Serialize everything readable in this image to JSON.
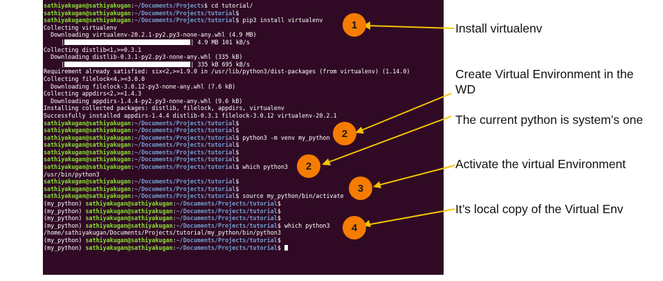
{
  "terminal": {
    "prompt_user": "sathiyakugan@sathiyakugan",
    "prompt_path": "~/Documents/Projects/tutorial",
    "lines": [
      [
        {
          "t": "sathiyakugan@sathiyakugan",
          "c": "user"
        },
        {
          "t": ":",
          "c": "w"
        },
        {
          "t": "~/Documents/Projects",
          "c": "path"
        },
        {
          "t": "$ cd tutorial/",
          "c": "w"
        }
      ],
      [
        {
          "t": "sathiyakugan@sathiyakugan",
          "c": "user"
        },
        {
          "t": ":",
          "c": "w"
        },
        {
          "t": "~/Documents/Projects/tutorial",
          "c": "path"
        },
        {
          "t": "$",
          "c": "w"
        }
      ],
      [
        {
          "t": "sathiyakugan@sathiyakugan",
          "c": "user"
        },
        {
          "t": ":",
          "c": "w"
        },
        {
          "t": "~/Documents/Projects/tutorial",
          "c": "path"
        },
        {
          "t": "$ pip3 install virtualenv",
          "c": "w"
        }
      ],
      [
        {
          "t": "Collecting virtualenv",
          "c": "w"
        }
      ],
      [
        {
          "t": "  Downloading virtualenv-20.2.1-py2.py3-none-any.whl (4.9 MB)",
          "c": "w"
        }
      ],
      [
        {
          "t": "     |",
          "c": "w"
        },
        {
          "t": "",
          "c": "bar",
          "w": 182
        },
        {
          "t": "| 4.9 MB 101 kB/s",
          "c": "w"
        }
      ],
      [
        {
          "t": "Collecting distlib<1,>=0.3.1",
          "c": "w"
        }
      ],
      [
        {
          "t": "  Downloading distlib-0.3.1-py2.py3-none-any.whl (335 kB)",
          "c": "w"
        }
      ],
      [
        {
          "t": "     |",
          "c": "w"
        },
        {
          "t": "",
          "c": "bar",
          "w": 182
        },
        {
          "t": "| 335 kB 695 kB/s",
          "c": "w"
        }
      ],
      [
        {
          "t": "Requirement already satisfied: six<2,>=1.9.0 in /usr/lib/python3/dist-packages (from virtualenv) (1.14.0)",
          "c": "w"
        }
      ],
      [
        {
          "t": "Collecting filelock<4,>=3.0.0",
          "c": "w"
        }
      ],
      [
        {
          "t": "  Downloading filelock-3.0.12-py3-none-any.whl (7.6 kB)",
          "c": "w"
        }
      ],
      [
        {
          "t": "Collecting appdirs<2,>=1.4.3",
          "c": "w"
        }
      ],
      [
        {
          "t": "  Downloading appdirs-1.4.4-py2.py3-none-any.whl (9.6 kB)",
          "c": "w"
        }
      ],
      [
        {
          "t": "Installing collected packages: distlib, filelock, appdirs, virtualenv",
          "c": "w"
        }
      ],
      [
        {
          "t": "Successfully installed appdirs-1.4.4 distlib-0.3.1 filelock-3.0.12 virtualenv-20.2.1",
          "c": "w"
        }
      ],
      [
        {
          "t": "sathiyakugan@sathiyakugan",
          "c": "user"
        },
        {
          "t": ":",
          "c": "w"
        },
        {
          "t": "~/Documents/Projects/tutorial",
          "c": "path"
        },
        {
          "t": "$",
          "c": "w"
        }
      ],
      [
        {
          "t": "sathiyakugan@sathiyakugan",
          "c": "user"
        },
        {
          "t": ":",
          "c": "w"
        },
        {
          "t": "~/Documents/Projects/tutorial",
          "c": "path"
        },
        {
          "t": "$",
          "c": "w"
        }
      ],
      [
        {
          "t": "sathiyakugan@sathiyakugan",
          "c": "user"
        },
        {
          "t": ":",
          "c": "w"
        },
        {
          "t": "~/Documents/Projects/tutorial",
          "c": "path"
        },
        {
          "t": "$ python3 -m venv my_python",
          "c": "w"
        }
      ],
      [
        {
          "t": "sathiyakugan@sathiyakugan",
          "c": "user"
        },
        {
          "t": ":",
          "c": "w"
        },
        {
          "t": "~/Documents/Projects/tutorial",
          "c": "path"
        },
        {
          "t": "$",
          "c": "w"
        }
      ],
      [
        {
          "t": "sathiyakugan@sathiyakugan",
          "c": "user"
        },
        {
          "t": ":",
          "c": "w"
        },
        {
          "t": "~/Documents/Projects/tutorial",
          "c": "path"
        },
        {
          "t": "$",
          "c": "w"
        }
      ],
      [
        {
          "t": "sathiyakugan@sathiyakugan",
          "c": "user"
        },
        {
          "t": ":",
          "c": "w"
        },
        {
          "t": "~/Documents/Projects/tutorial",
          "c": "path"
        },
        {
          "t": "$",
          "c": "w"
        }
      ],
      [
        {
          "t": "sathiyakugan@sathiyakugan",
          "c": "user"
        },
        {
          "t": ":",
          "c": "w"
        },
        {
          "t": "~/Documents/Projects/tutorial",
          "c": "path"
        },
        {
          "t": "$ which python3",
          "c": "w"
        }
      ],
      [
        {
          "t": "/usr/bin/python3",
          "c": "w"
        }
      ],
      [
        {
          "t": "sathiyakugan@sathiyakugan",
          "c": "user"
        },
        {
          "t": ":",
          "c": "w"
        },
        {
          "t": "~/Documents/Projects/tutorial",
          "c": "path"
        },
        {
          "t": "$",
          "c": "w"
        }
      ],
      [
        {
          "t": "sathiyakugan@sathiyakugan",
          "c": "user"
        },
        {
          "t": ":",
          "c": "w"
        },
        {
          "t": "~/Documents/Projects/tutorial",
          "c": "path"
        },
        {
          "t": "$",
          "c": "w"
        }
      ],
      [
        {
          "t": "sathiyakugan@sathiyakugan",
          "c": "user"
        },
        {
          "t": ":",
          "c": "w"
        },
        {
          "t": "~/Documents/Projects/tutorial",
          "c": "path"
        },
        {
          "t": "$ source my_python/bin/activate",
          "c": "w"
        }
      ],
      [
        {
          "t": "(my_python) ",
          "c": "w"
        },
        {
          "t": "sathiyakugan@sathiyakugan",
          "c": "user"
        },
        {
          "t": ":",
          "c": "w"
        },
        {
          "t": "~/Documents/Projects/tutorial",
          "c": "path"
        },
        {
          "t": "$",
          "c": "w"
        }
      ],
      [
        {
          "t": "(my_python) ",
          "c": "w"
        },
        {
          "t": "sathiyakugan@sathiyakugan",
          "c": "user"
        },
        {
          "t": ":",
          "c": "w"
        },
        {
          "t": "~/Documents/Projects/tutorial",
          "c": "path"
        },
        {
          "t": "$",
          "c": "w"
        }
      ],
      [
        {
          "t": "(my_python) ",
          "c": "w"
        },
        {
          "t": "sathiyakugan@sathiyakugan",
          "c": "user"
        },
        {
          "t": ":",
          "c": "w"
        },
        {
          "t": "~/Documents/Projects/tutorial",
          "c": "path"
        },
        {
          "t": "$",
          "c": "w"
        }
      ],
      [
        {
          "t": "(my_python) ",
          "c": "w"
        },
        {
          "t": "sathiyakugan@sathiyakugan",
          "c": "user"
        },
        {
          "t": ":",
          "c": "w"
        },
        {
          "t": "~/Documents/Projects/tutorial",
          "c": "path"
        },
        {
          "t": "$ which python3",
          "c": "w"
        }
      ],
      [
        {
          "t": "/home/sathiyakugan/Documents/Projects/tutorial/my_python/bin/python3",
          "c": "w"
        }
      ],
      [
        {
          "t": "(my_python) ",
          "c": "w"
        },
        {
          "t": "sathiyakugan@sathiyakugan",
          "c": "user"
        },
        {
          "t": ":",
          "c": "w"
        },
        {
          "t": "~/Documents/Projects/tutorial",
          "c": "path"
        },
        {
          "t": "$",
          "c": "w"
        }
      ],
      [
        {
          "t": "(my_python) ",
          "c": "w"
        },
        {
          "t": "sathiyakugan@sathiyakugan",
          "c": "user"
        },
        {
          "t": ":",
          "c": "w"
        },
        {
          "t": "~/Documents/Projects/tutorial",
          "c": "path"
        },
        {
          "t": "$ ",
          "c": "w"
        },
        {
          "t": "",
          "c": "cursor"
        }
      ]
    ]
  },
  "annotations": [
    {
      "number": "1",
      "text": "Install virtualenv"
    },
    {
      "number": "2",
      "text": "Create Virtual Environment in the WD"
    },
    {
      "number": "2",
      "text": "The current python is system’s one"
    },
    {
      "number": "3",
      "text": "Activate the virtual Environment"
    },
    {
      "number": "4",
      "text": "It’s local copy of the Virtual Env"
    }
  ],
  "colors": {
    "terminal_bg": "#300a24",
    "prompt_user": "#8ae234",
    "prompt_path": "#729fcf",
    "badge": "#f57c00",
    "arrow": "#f5c400"
  }
}
